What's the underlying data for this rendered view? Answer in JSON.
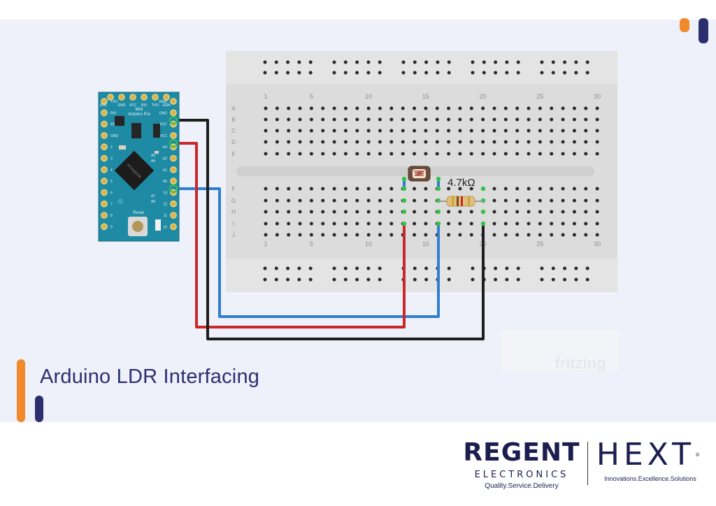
{
  "title": "Arduino LDR Interfacing",
  "diagram": {
    "resistor_label": "4.7kΩ",
    "watermark": "fritzing",
    "breadboard": {
      "rows_top": [
        "A",
        "B",
        "C",
        "D",
        "E"
      ],
      "rows_bottom": [
        "F",
        "G",
        "H",
        "I",
        "J"
      ],
      "column_numbers": [
        "1",
        "5",
        "10",
        "15",
        "20",
        "25",
        "30"
      ]
    },
    "arduino": {
      "top_pins": [
        "BLK",
        "GND",
        "VCC",
        "RXI",
        "TXO",
        "GRN"
      ],
      "name_line1": "Mini",
      "name_line2": "Arduino Pro",
      "chip_label": "ATmega328",
      "reset_label": "Reset",
      "left_pins": [
        "TXO",
        "RXI",
        "RST",
        "GND",
        "2",
        "3",
        "4",
        "5",
        "6",
        "7",
        "8",
        "9"
      ],
      "right_pins": [
        "RAW",
        "GND",
        "RST",
        "VCC",
        "A3",
        "A2",
        "A1",
        "A0",
        "13",
        "12",
        "11",
        "10"
      ],
      "inner_pins": [
        "A5",
        "A4",
        "A7",
        "A6"
      ]
    },
    "wire_colors": {
      "gnd": "#1e1e1e",
      "vcc": "#c8282a",
      "signal": "#2f7fd0"
    }
  },
  "brands": {
    "regent": {
      "name": "REGENT",
      "sub": "ELECTRONICS",
      "tagline": "Quality.Service.Delivery"
    },
    "hext": {
      "name": "HEXT",
      "mark": "®",
      "tagline": "Innovations.Excellence.Solutions"
    }
  }
}
